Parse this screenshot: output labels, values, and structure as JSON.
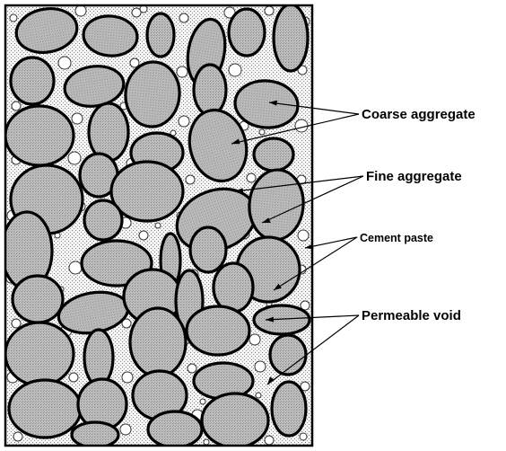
{
  "diagram": {
    "labels": {
      "coarse": "Coarse aggregate",
      "fine": "Fine aggregate",
      "paste": "Cement paste",
      "void": "Permeable void"
    }
  }
}
